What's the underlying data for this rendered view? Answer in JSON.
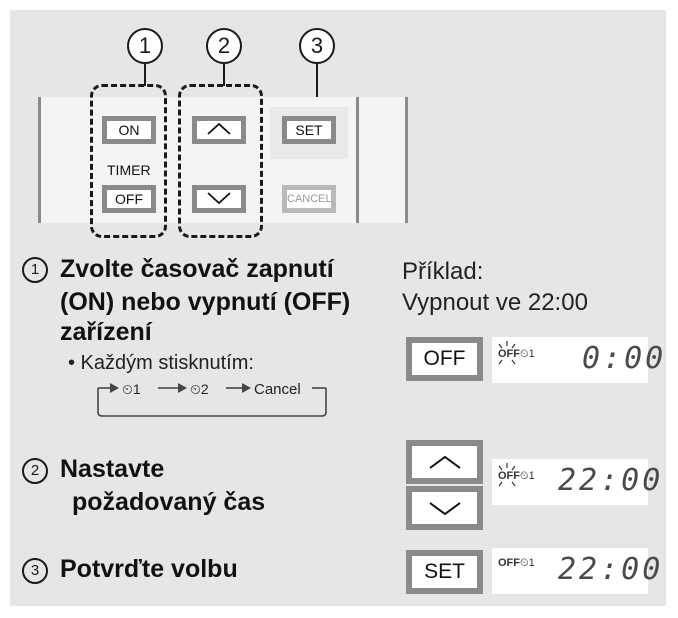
{
  "callouts": [
    "1",
    "2",
    "3"
  ],
  "remote": {
    "on_label": "ON",
    "off_label": "OFF",
    "timer_label": "TIMER",
    "set_label": "SET",
    "cancel_label": "CANCEL",
    "up_icon": "chevron-up-icon",
    "down_icon": "chevron-down-icon"
  },
  "example": {
    "title": "Příklad:",
    "subtitle": "Vypnout ve 22:00"
  },
  "steps": [
    {
      "number": "1",
      "lines": [
        "Zvolte časovač zapnutí",
        "(ON) nebo vypnutí (OFF)",
        "zařízení"
      ],
      "bullet": "• Každým stisknutím:",
      "cycle": [
        "⏲1",
        "⏲2",
        "Cancel"
      ],
      "button": "OFF",
      "display": {
        "prefix": "OFF",
        "timer": "⏲1",
        "time": "0:00",
        "blinking": true
      }
    },
    {
      "number": "2",
      "lines": [
        "Nastavte",
        "požadovaný čas"
      ],
      "display": {
        "prefix": "OFF",
        "timer": "⏲1",
        "time": "22:00",
        "blinking": true
      }
    },
    {
      "number": "3",
      "lines": [
        "Potvrďte volbu"
      ],
      "button": "SET",
      "display": {
        "prefix": "OFF",
        "timer": "⏲1",
        "time": "22:00",
        "blinking": false
      }
    }
  ],
  "colors": {
    "panel": "#e6e6e6",
    "button_border": "#8a8a8a",
    "lcd_segment": "#4a4a4a",
    "text": "#111111"
  }
}
